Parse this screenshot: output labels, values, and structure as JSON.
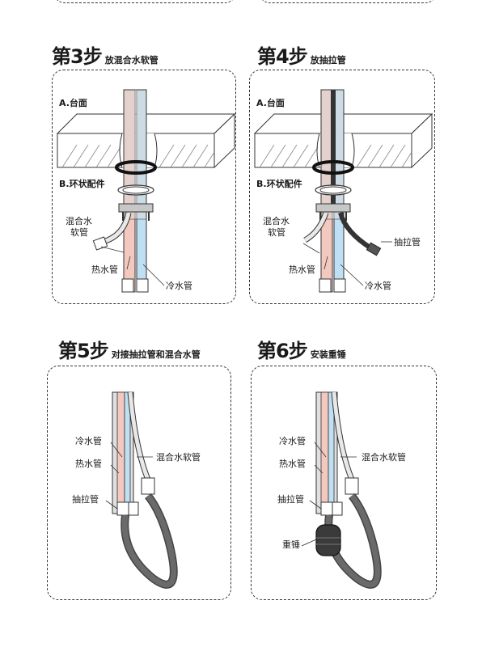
{
  "steps": [
    {
      "number": "第3步",
      "title": "放混合水软管",
      "labels": {
        "countertop": "A.台面",
        "ring": "B.环状配件",
        "mixed_hose_l1": "混合水",
        "mixed_hose_l2": "软管",
        "hot_pipe": "热水管",
        "cold_pipe": "冷水管"
      }
    },
    {
      "number": "第4步",
      "title": "放抽拉管",
      "labels": {
        "countertop": "A.台面",
        "ring": "B.环状配件",
        "mixed_hose_l1": "混合水",
        "mixed_hose_l2": "软管",
        "pull_pipe": "抽拉管",
        "hot_pipe": "热水管",
        "cold_pipe": "冷水管"
      }
    },
    {
      "number": "第5步",
      "title": "对接抽拉管和混合水管",
      "labels": {
        "cold_pipe": "冷水管",
        "hot_pipe": "热水管",
        "mixed_hose": "混合水软管",
        "pull_pipe": "抽拉管"
      }
    },
    {
      "number": "第6步",
      "title": "安装重锤",
      "labels": {
        "cold_pipe": "冷水管",
        "hot_pipe": "热水管",
        "mixed_hose": "混合水软管",
        "pull_pipe": "抽拉管",
        "weight": "重锤"
      }
    }
  ],
  "colors": {
    "hot": "#f3c9bf",
    "cold": "#bfe0f2",
    "hose_dark": "#5a5a5a",
    "stroke": "#222222"
  }
}
